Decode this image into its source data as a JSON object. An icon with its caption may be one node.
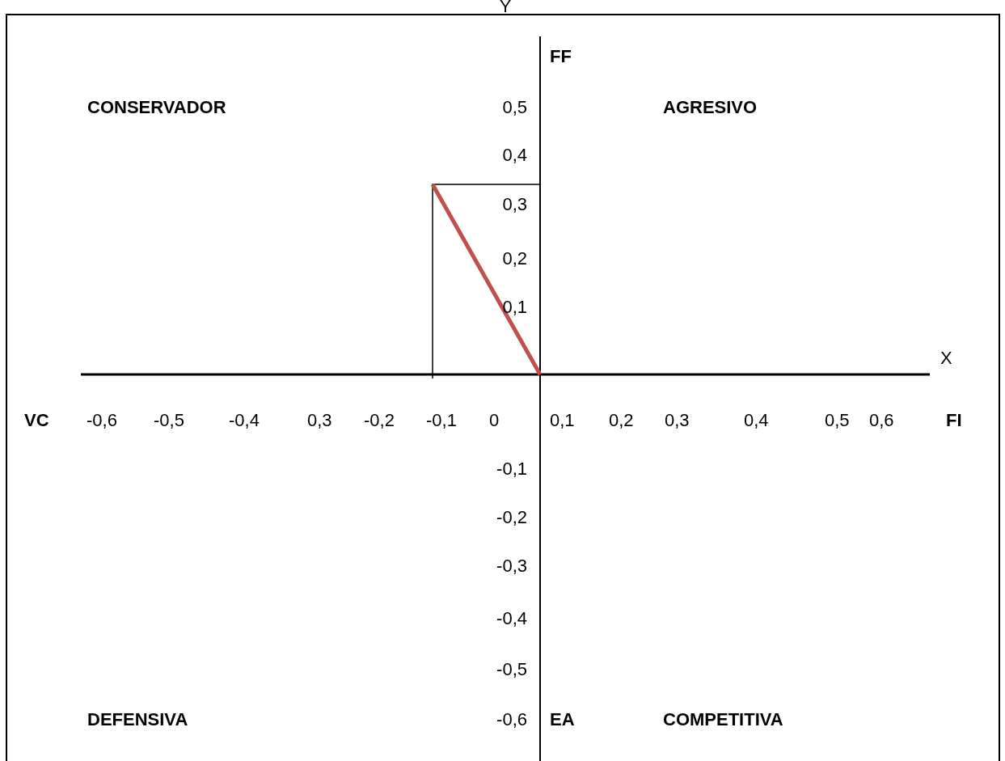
{
  "diagram": {
    "labels": [
      "Y",
      "FF",
      "CONSERVADOR",
      "0,5",
      "AGRESIVO",
      "0,4",
      "0,3",
      "0,2",
      "0,1",
      "X",
      "VC",
      "-0,6",
      "-0,5",
      "-0,4",
      "0,3",
      "-0,2",
      "-0,1",
      "0",
      "0,1",
      "0,2",
      "0,3",
      "0,4",
      "0,5",
      "0,6",
      "FI",
      "-0,1",
      "-0,2",
      "-0,3",
      "-0,4",
      "-0,5",
      "DEFENSIVA",
      "-0,6",
      "EA",
      "COMPETITIVA"
    ]
  }
}
